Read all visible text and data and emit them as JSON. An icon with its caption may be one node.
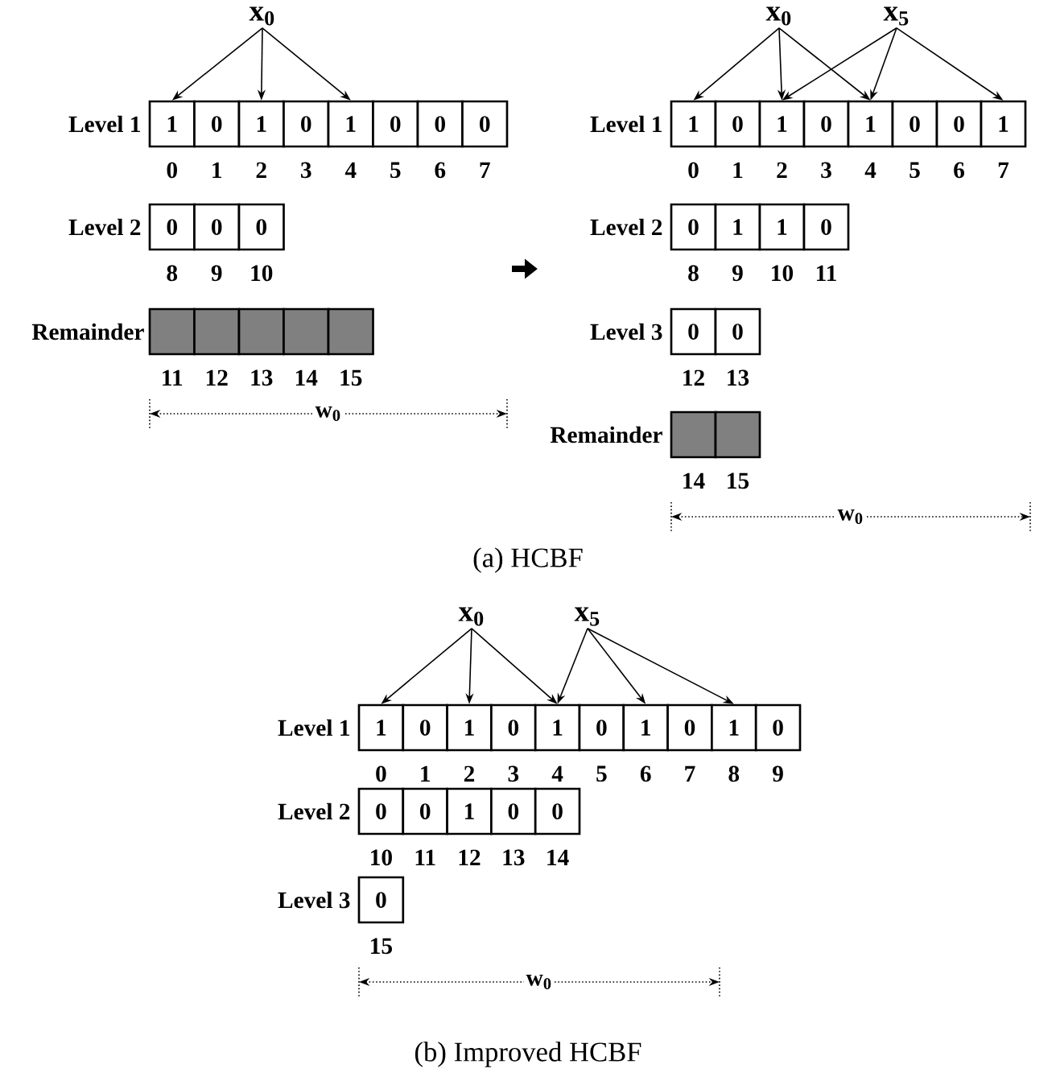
{
  "diagram": {
    "nodes": [
      {
        "text": [
          "x$_{0}$"
        ]
      },
      {
        "text": [
          "1"
        ],
        "beside": [
          "0"
        ]
      },
      {
        "text": [
          "0"
        ],
        "beside": [
          "1"
        ]
      },
      {
        "text": [
          "1"
        ],
        "beside": [
          "2"
        ]
      },
      {
        "text": [
          "0"
        ],
        "beside": [
          "3"
        ]
      },
      {
        "text": [
          "1"
        ],
        "beside": [
          "4"
        ]
      },
      {
        "text": [
          "0"
        ],
        "beside": [
          "5"
        ]
      },
      {
        "text": [
          "0"
        ],
        "beside": [
          "6"
        ]
      },
      {
        "text": [
          "0"
        ],
        "beside": [
          "7"
        ]
      },
      {
        "text": [
          "0"
        ],
        "beside": [
          "8"
        ]
      },
      {
        "text": [
          "0"
        ],
        "beside": [
          "9"
        ]
      },
      {
        "text": [
          "0"
        ],
        "beside": [
          "10"
        ]
      },
      {
        "text": [],
        "shape": "box",
        "beside": [
          "11"
        ]
      },
      {
        "text": [],
        "shape": "box",
        "beside": [
          "12"
        ]
      },
      {
        "text": [],
        "shape": "box",
        "beside": [
          "13"
        ]
      },
      {
        "text": [],
        "shape": "box",
        "beside": [
          "14"
        ]
      },
      {
        "text": [],
        "shape": "box",
        "beside": [
          "15"
        ]
      },
      {
        "text": [
          "x$_{0}$"
        ]
      },
      {
        "text": [
          "x$_{5}$"
        ]
      },
      {
        "text": [
          "1"
        ],
        "beside": [
          "0"
        ]
      },
      {
        "text": [
          "0"
        ],
        "beside": [
          "1"
        ]
      },
      {
        "text": [
          "1"
        ],
        "beside": [
          "2"
        ]
      },
      {
        "text": [
          "0"
        ],
        "beside": [
          "3"
        ]
      },
      {
        "text": [
          "1"
        ],
        "beside": [
          "4"
        ]
      },
      {
        "text": [
          "0"
        ],
        "beside": [
          "5"
        ]
      },
      {
        "text": [
          "0"
        ],
        "beside": [
          "6"
        ]
      },
      {
        "text": [
          "1"
        ],
        "beside": [
          "7"
        ]
      },
      {
        "text": [
          "0"
        ],
        "beside": [
          "8"
        ]
      },
      {
        "text": [
          "1"
        ],
        "beside": [
          "9"
        ]
      },
      {
        "text": [
          "1"
        ],
        "beside": [
          "10"
        ]
      },
      {
        "text": [
          "0"
        ],
        "beside": [
          "11"
        ]
      },
      {
        "text": [
          "0"
        ],
        "beside": [
          "12"
        ]
      },
      {
        "text": [
          "0"
        ],
        "beside": [
          "13"
        ]
      },
      {
        "text": [],
        "shape": "box",
        "beside": [
          "14"
        ]
      },
      {
        "text": [],
        "shape": "box",
        "beside": [
          "15"
        ]
      },
      {
        "text": [
          "x$_{0}$"
        ]
      },
      {
        "text": [
          "x$_{5}$"
        ]
      },
      {
        "text": [
          "1"
        ],
        "beside": [
          "0"
        ]
      },
      {
        "text": [
          "0"
        ],
        "beside": [
          "1"
        ]
      },
      {
        "text": [
          "1"
        ],
        "beside": [
          "2"
        ]
      },
      {
        "text": [
          "0"
        ],
        "beside": [
          "3"
        ]
      },
      {
        "text": [
          "1"
        ],
        "beside": [
          "4"
        ]
      },
      {
        "text": [
          "0"
        ],
        "beside": [
          "5"
        ]
      },
      {
        "text": [
          "1"
        ],
        "beside": [
          "6"
        ]
      },
      {
        "text": [
          "0"
        ],
        "beside": [
          "7"
        ]
      },
      {
        "text": [
          "1"
        ],
        "beside": [
          "8"
        ]
      },
      {
        "text": [
          "0"
        ],
        "beside": [
          "9"
        ]
      },
      {
        "text": [
          "0"
        ],
        "beside": [
          "10"
        ]
      },
      {
        "text": [
          "0"
        ],
        "beside": [
          "11"
        ]
      },
      {
        "text": [
          "1"
        ],
        "beside": [
          "12"
        ]
      },
      {
        "text": [
          "0"
        ],
        "beside": [
          "13"
        ]
      },
      {
        "text": [
          "0"
        ],
        "beside": [
          "14"
        ]
      },
      {
        "text": [
          "0"
        ],
        "beside": [
          "15"
        ]
      }
    ],
    "edges": [
      {
        "from": 0,
        "to": 1,
        "arrow": "to"
      },
      {
        "from": 0,
        "to": 3,
        "arrow": "to"
      },
      {
        "from": 0,
        "to": 5,
        "arrow": "to"
      },
      {
        "from": 17,
        "to": 19,
        "arrow": "to"
      },
      {
        "from": 17,
        "to": 21,
        "arrow": "to"
      },
      {
        "from": 17,
        "to": 23,
        "arrow": "to"
      },
      {
        "from": 18,
        "to": 21,
        "arrow": "to"
      },
      {
        "from": 18,
        "to": 23,
        "arrow": "to"
      },
      {
        "from": 18,
        "to": 26,
        "arrow": "to"
      },
      {
        "from": 35,
        "to": 37,
        "arrow": "to"
      },
      {
        "from": 35,
        "to": 39,
        "arrow": "to"
      },
      {
        "from": 35,
        "to": 41,
        "arrow": "to"
      },
      {
        "from": 36,
        "to": 41,
        "arrow": "to"
      },
      {
        "from": 36,
        "to": 43,
        "arrow": "to"
      },
      {
        "from": 36,
        "to": 45,
        "arrow": "to"
      }
    ],
    "labels": [
      "Level 1",
      "Level 2",
      "Remainder",
      "w$_{0}$",
      "Level 1",
      "Level 2",
      "Level 3",
      "Remainder",
      "w$_{0}$",
      "(a) HCBF",
      "Level 1",
      "Level 2",
      "Level 3",
      "w$_{0}$",
      "(b) Improved HCBF"
    ]
  }
}
